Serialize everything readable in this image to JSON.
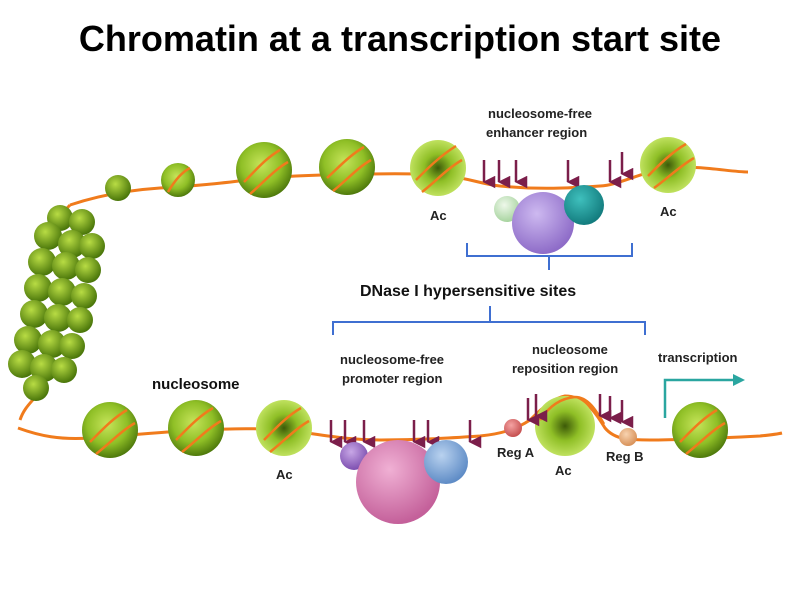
{
  "title": "Chromatin at a transcription start site",
  "labels": {
    "enhancer_line1": "nucleosome-free",
    "enhancer_line2": "enhancer region",
    "dnase": "DNase I hypersensitive sites",
    "promoter_line1": "nucleosome-free",
    "promoter_line2": "promoter region",
    "reposition_line1": "nucleosome",
    "reposition_line2": "reposition region",
    "nucleosome": "nucleosome",
    "transcription": "transcription",
    "ac": "Ac",
    "reg_a": "Reg A",
    "reg_b": "Reg B"
  },
  "colors": {
    "dna": "#f07b1c",
    "nucleosome_light": "#a8d13a",
    "nucleosome_dark": "#5f8a10",
    "bracket": "#3f6fd1",
    "arrow": "#7b1e4a",
    "transcription_arrow": "#2aa6a0",
    "factor_lightgreen": "#cfe9c8",
    "factor_purple": "#a98fdc",
    "factor_teal": "#1d9a9a",
    "factor_violet": "#9b6bc9",
    "factor_pink": "#d77fb3",
    "factor_blue": "#7fa8d9",
    "reg_a_color": "#e07070",
    "reg_b_color": "#e8b080"
  }
}
